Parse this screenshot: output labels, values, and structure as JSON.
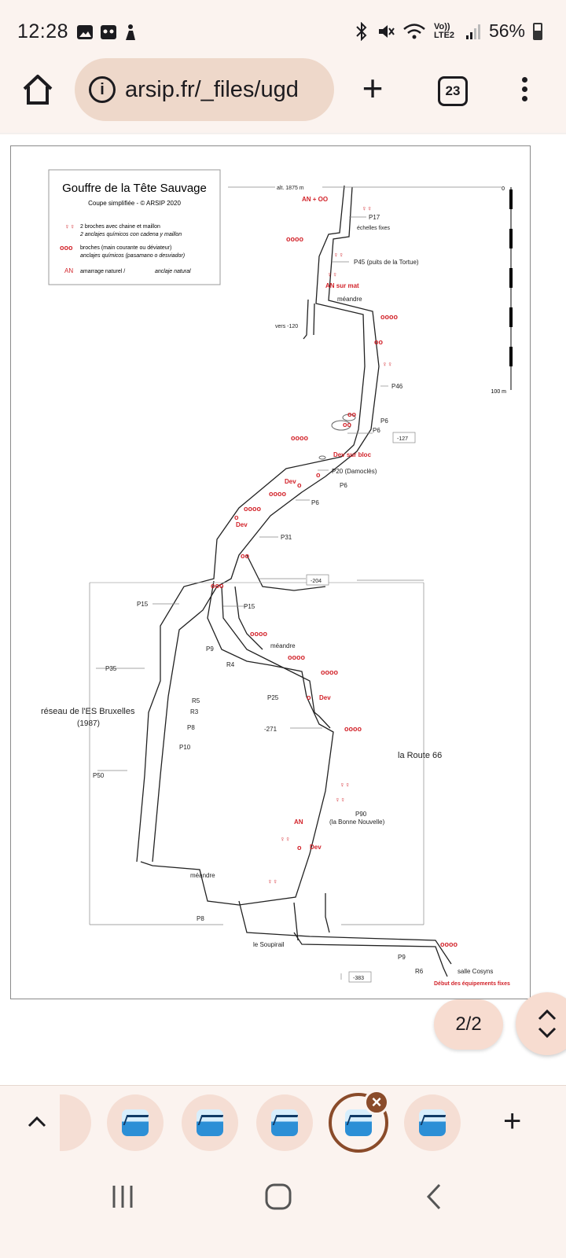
{
  "status_bar": {
    "time": "12:28",
    "network": "Vo)) LTE2",
    "battery": "56%"
  },
  "browser": {
    "url": "arsip.fr/_files/ugd",
    "tab_count": "23",
    "page_indicator": "2/2"
  },
  "survey": {
    "title": "Gouffre de la Tête Sauvage",
    "subtitle": "Coupe simplifiée - © ARSIP 2020",
    "legend": [
      {
        "symbol": "♀♀",
        "line1": "2 broches avec chaine et maillon",
        "line2": "2 anclajes químicos con cadena y maillon"
      },
      {
        "symbol": "ooo",
        "line1": "broches (main courante ou déviateur)",
        "line2": "anclajes químicos (pasamano o desviador)"
      },
      {
        "symbol": "AN",
        "line1": "amarrage naturel / ",
        "line2": "anclaje natural"
      }
    ],
    "labels": {
      "alt": "alt. 1875 m",
      "zero": "0",
      "an_oo": "AN + OO",
      "p17": "P17",
      "echelles": "échelles fixes",
      "p45": "P45 (puits de la Tortue)",
      "an_mat": "AN sur mat",
      "meandre1": "méandre",
      "vers": "vers -120",
      "p46": "P46",
      "hundred": "100 m",
      "p6a": "P6",
      "p6b": "P6",
      "m127": "-127",
      "dev_bloc": "Dev sur bloc",
      "p20": "P20 (Damoclès)",
      "dev1": "Dev",
      "p6c": "P6",
      "p6d": "P6",
      "dev2": "Dev",
      "p31": "P31",
      "m204": "-204",
      "p15a": "P15",
      "p15b": "P15",
      "meandre2": "méandre",
      "p9a": "P9",
      "r4": "R4",
      "p35": "P35",
      "p25": "P25",
      "dev3": "Dev",
      "r5": "R5",
      "r3": "R3",
      "p8a": "P8",
      "m271": "-271",
      "reseau1": "réseau de l'ES Bruxelles",
      "reseau2": "(1987)",
      "p10": "P10",
      "route66": "la Route 66",
      "p50": "P50",
      "p90": "P90",
      "bonne": "(la Bonne Nouvelle)",
      "an2": "AN",
      "dev4": "Dev",
      "meandre3": "méandre",
      "p8b": "P8",
      "soupirail": "le Soupirail",
      "p9b": "P9",
      "r6": "R6",
      "salle": "salle Cosyns",
      "m383": "-383",
      "debut": "Début des équipements fixes"
    }
  },
  "colors": {
    "accent": "#8a4b2a",
    "pill": "#eed8ca",
    "anchor_red": "#d2232a"
  },
  "icons": [
    "home-icon",
    "info-icon",
    "plus-icon",
    "tabs-icon",
    "menu-icon",
    "chevron-up-icon",
    "close-icon",
    "recents-icon",
    "home-nav-icon",
    "back-icon"
  ]
}
